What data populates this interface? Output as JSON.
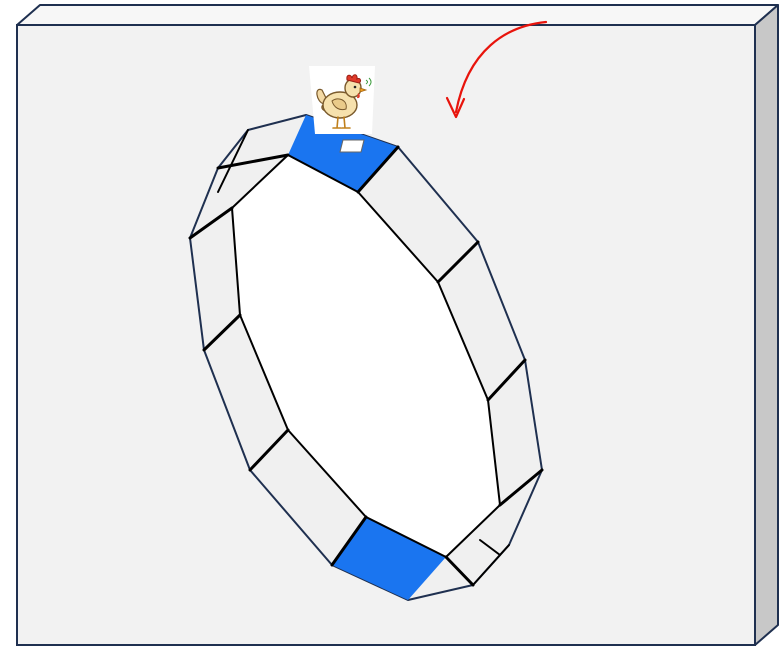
{
  "board": {
    "face_color": "#f2f2f2",
    "side_color": "#c8c8c8",
    "edge_color": "#1f3050"
  },
  "ring": {
    "segment_count": 12,
    "highlighted_segments": [
      "top",
      "bottom"
    ],
    "highlight_color": "#1a75f0",
    "segment_fill": "#f0f0f0",
    "inner_fill": "#ffffff",
    "outline_color": "#1f3050",
    "divider_color": "#000000"
  },
  "marker": {
    "icon": "chicken-icon"
  },
  "arrow": {
    "color": "#e8140c",
    "direction": "counter-clockwise"
  }
}
